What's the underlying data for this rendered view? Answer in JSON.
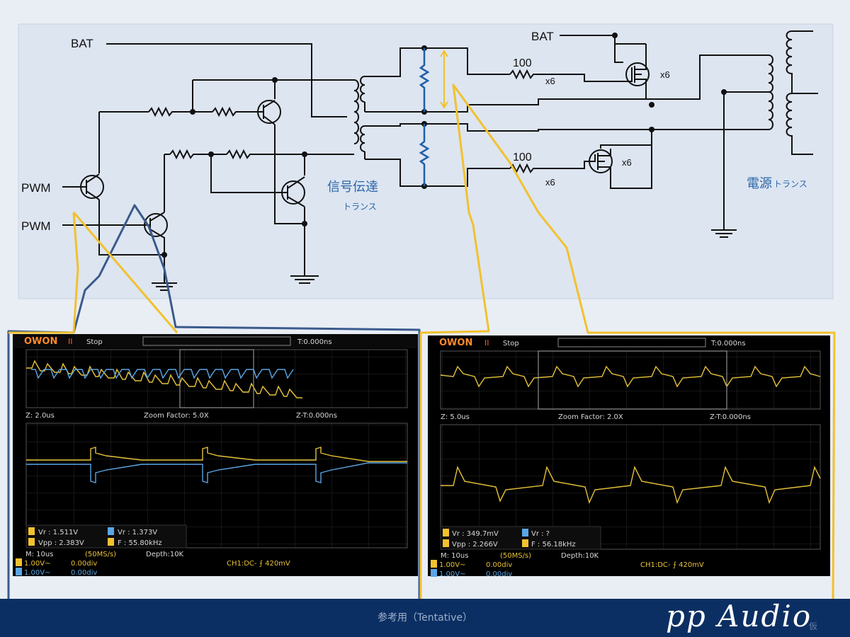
{
  "schematic": {
    "bat_left": "BAT",
    "bat_right": "BAT",
    "pwm_top": "PWM",
    "pwm_bottom": "PWM",
    "res_top_value": "100",
    "res_top_mult": "x6",
    "res_bottom_value": "100",
    "res_bottom_mult": "x6",
    "fet_top_mult": "x6",
    "fet_bottom_mult": "x6",
    "signal_transformer_label": "信号伝達",
    "signal_transformer_sub": "トランス",
    "power_transformer_label": "電源",
    "power_transformer_sub": "トランス"
  },
  "scope_left": {
    "brand": "OWON",
    "run_state": "Stop",
    "trigger_time": "T:0.000ns",
    "zoom_timebase": "Z: 2.0us",
    "zoom_factor": "Zoom Factor: 5.0X",
    "zoom_trigger": "Z-T:0.000ns",
    "m1": "Vr : 1.511V",
    "m2": "Vr : 1.373V",
    "m3": "Vpp : 2.383V",
    "m4": "F : 55.80kHz",
    "main_timebase": "M: 10us",
    "sample_rate": "(50MS/s)",
    "depth": "Depth:10K",
    "ch1_scale": "1.00V~",
    "ch1_offset": "0.00div",
    "ch2_scale": "1.00V~",
    "ch2_offset": "0.00div",
    "trigger_info": "CH1:DC- ⨍ 420mV"
  },
  "scope_right": {
    "brand": "OWON",
    "run_state": "Stop",
    "trigger_time": "T:0.000ns",
    "zoom_timebase": "Z: 5.0us",
    "zoom_factor": "Zoom Factor: 2.0X",
    "zoom_trigger": "Z-T:0.000ns",
    "m1": "Vr : 349.7mV",
    "m2": "Vr :    ?",
    "m3": "Vpp : 2.266V",
    "m4": "F : 56.18kHz",
    "main_timebase": "M: 10us",
    "sample_rate": "(50MS/s)",
    "depth": "Depth:10K",
    "ch1_scale": "1.00V~",
    "ch1_offset": "0.00div",
    "ch2_scale": "1.00V~",
    "ch2_offset": "0.00div",
    "trigger_info": "CH1:DC- ⨍ 420mV"
  },
  "footer": {
    "note": "参考用（Tentative）",
    "logo": "pp Audio",
    "logo_sub": "仮"
  },
  "colors": {
    "wire": "#111111",
    "resistor_blue": "#1f5fa8",
    "highlight_yellow": "#f2c12e",
    "highlight_blue": "#3a5a8c",
    "trace_yellow": "#e6c23a",
    "trace_blue": "#5aa6e6",
    "footer": "#0c2f63"
  }
}
